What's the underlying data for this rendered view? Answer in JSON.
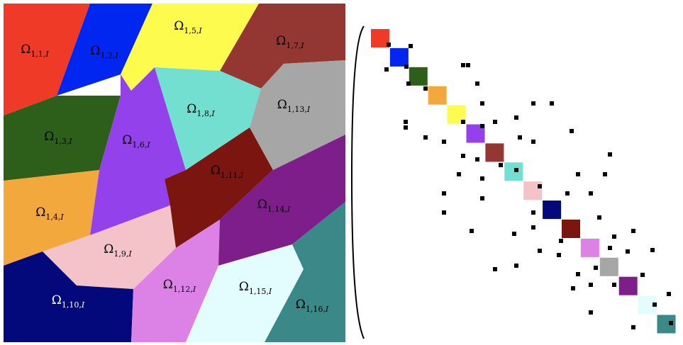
{
  "partition": {
    "regions": [
      {
        "id": "1,1",
        "label_main": "Ω",
        "label_sub": "1,1,I",
        "color": "#ee3a26",
        "text_color": "#000000"
      },
      {
        "id": "1,2",
        "label_main": "Ω",
        "label_sub": "1,2,I",
        "color": "#0026f0",
        "text_color": "#000000"
      },
      {
        "id": "1,3",
        "label_main": "Ω",
        "label_sub": "1,3,I",
        "color": "#2d5e1a",
        "text_color": "#000000"
      },
      {
        "id": "1,4",
        "label_main": "Ω",
        "label_sub": "1,4,I",
        "color": "#f2a83c",
        "text_color": "#000000"
      },
      {
        "id": "1,5",
        "label_main": "Ω",
        "label_sub": "1,5,I",
        "color": "#fdfb4e",
        "text_color": "#000000"
      },
      {
        "id": "1,6",
        "label_main": "Ω",
        "label_sub": "1,6,I",
        "color": "#9341ea",
        "text_color": "#000000"
      },
      {
        "id": "1,7",
        "label_main": "Ω",
        "label_sub": "1,7,I",
        "color": "#943631",
        "text_color": "#000000"
      },
      {
        "id": "1,8",
        "label_main": "Ω",
        "label_sub": "1,8,I",
        "color": "#72dfd0",
        "text_color": "#000000"
      },
      {
        "id": "1,9",
        "label_main": "Ω",
        "label_sub": "1,9,I",
        "color": "#f4c2c9",
        "text_color": "#000000"
      },
      {
        "id": "1,10",
        "label_main": "Ω",
        "label_sub": "1,10,I",
        "color": "#03097a",
        "text_color": "#ffffff"
      },
      {
        "id": "1,11",
        "label_main": "Ω",
        "label_sub": "1,11,I",
        "color": "#7b150f",
        "text_color": "#000000"
      },
      {
        "id": "1,12",
        "label_main": "Ω",
        "label_sub": "1,12,I",
        "color": "#dc82e6",
        "text_color": "#000000"
      },
      {
        "id": "1,13",
        "label_main": "Ω",
        "label_sub": "1,13,I",
        "color": "#a6a6a6",
        "text_color": "#000000"
      },
      {
        "id": "1,14",
        "label_main": "Ω",
        "label_sub": "1,14,I",
        "color": "#7e1e8a",
        "text_color": "#000000"
      },
      {
        "id": "1,15",
        "label_main": "Ω",
        "label_sub": "1,15,I",
        "color": "#e3fdfe",
        "text_color": "#000000"
      },
      {
        "id": "1,16",
        "label_main": "Ω",
        "label_sub": "1,16,I",
        "color": "#3a8887",
        "text_color": "#000000"
      }
    ]
  },
  "matrix": {
    "block_colors": [
      "#ee3a26",
      "#0026f0",
      "#2d5e1a",
      "#f2a83c",
      "#fdfb4e",
      "#9341ea",
      "#943631",
      "#72dfd0",
      "#f4c2c9",
      "#03097a",
      "#7b150f",
      "#dc82e6",
      "#a6a6a6",
      "#7e1e8a",
      "#e3fdfe",
      "#3a8887"
    ],
    "entry_color": "#000000",
    "bracket_color": "#000000"
  }
}
